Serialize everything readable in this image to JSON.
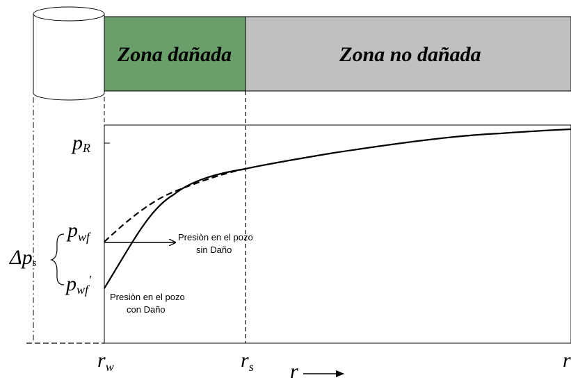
{
  "zones": {
    "damaged_label": "Zona dañada",
    "undamaged_label": "Zona no dañada",
    "damaged_color": "#6a9e6a",
    "undamaged_color": "#c0c0c0"
  },
  "y_labels": {
    "pR": {
      "main": "p",
      "sub": "R"
    },
    "pwf": {
      "main": "p",
      "sub": "wf"
    },
    "pwf_prime": {
      "main": "p",
      "sub": "wf",
      "prime": "'"
    },
    "delta_ps": {
      "main": "Δp",
      "sub": "s"
    }
  },
  "x_labels": {
    "rw": {
      "main": "r",
      "sub": "w"
    },
    "rs": {
      "main": "r",
      "sub": "s"
    },
    "r_end": "r",
    "r_axis": "r"
  },
  "annotations": {
    "without_damage": [
      "Presiòn en el pozo",
      "sin Daño"
    ],
    "with_damage": [
      "Presiòn en el pozo",
      "con Daño"
    ]
  },
  "icons": {
    "wellbore": "cylinder-icon",
    "axis_arrow": "arrow-right-icon"
  }
}
